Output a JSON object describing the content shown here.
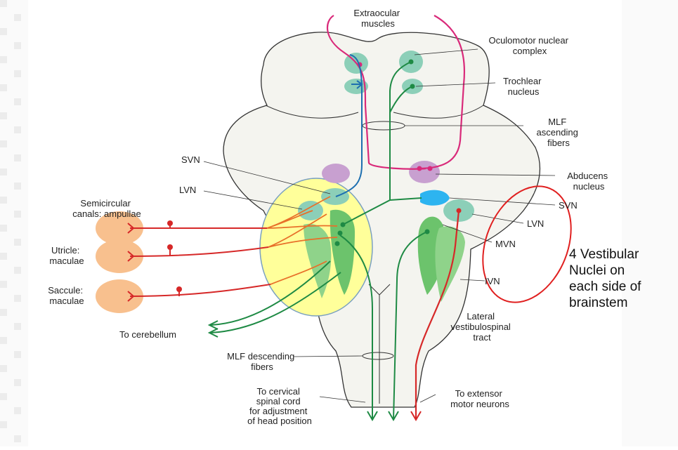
{
  "labels": {
    "extraocular": [
      "Extraocular",
      "muscles"
    ],
    "oculomotor": [
      "Oculomotor nuclear",
      "complex"
    ],
    "trochlear": [
      "Trochlear",
      "nucleus"
    ],
    "mlf_ascending": [
      "MLF",
      "ascending",
      "fibers"
    ],
    "svn_left": "SVN",
    "lvn_left": "LVN",
    "abducens": [
      "Abducens",
      "nucleus"
    ],
    "svn_right": "SVN",
    "lvn_right": "LVN",
    "mvn": "MVN",
    "ivn": "IVN",
    "semicircular": [
      "Semicircular",
      "canals: ampullae"
    ],
    "utricle": [
      "Utricle:",
      "maculae"
    ],
    "saccule": [
      "Saccule:",
      "maculae"
    ],
    "cerebellum": "To cerebellum",
    "lateral_vs": [
      "Lateral",
      "vestibulospinal",
      "tract"
    ],
    "mlf_descending": [
      "MLF descending",
      "fibers"
    ],
    "cervical": [
      "To cervical",
      "spinal cord",
      "for adjustment",
      "of head position"
    ],
    "extensor": [
      "To extensor",
      "motor neurons"
    ]
  },
  "annotation": [
    "4 Vestibular",
    "Nuclei on",
    "each side of",
    "brainstem"
  ],
  "colors": {
    "tissue": "#f4f4ef",
    "outline": "#333333",
    "teal": "#8ccfb8",
    "green_nuc": "#6cc36c",
    "purple": "#c8a0d0",
    "blue_nuc": "#2db4f0",
    "highlight": "#ffff9a",
    "organ": "#f8c08e",
    "red": "#d62828",
    "magenta": "#d92a7a",
    "green": "#1e8a44",
    "orange": "#e8702a",
    "blue": "#1d6fb0",
    "annot": "#e02020"
  }
}
